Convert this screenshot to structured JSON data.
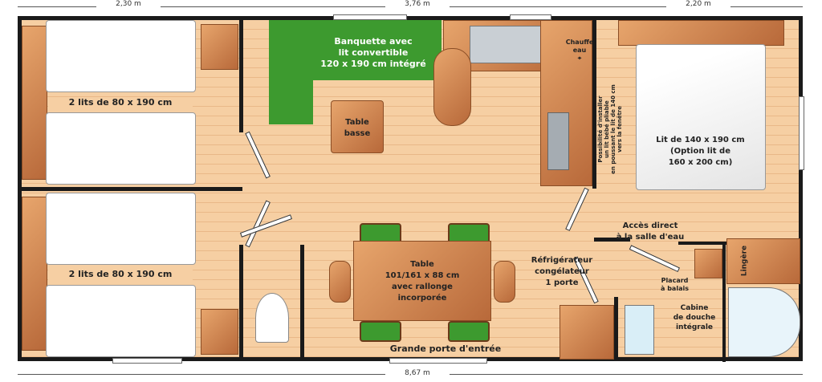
{
  "dimensions": {
    "left": "2,30 m",
    "middle": "3,76 m",
    "right": "2,20 m",
    "total": "8,67 m"
  },
  "rooms": {
    "bedroom_top": "2 lits de 80 x 190 cm",
    "bedroom_bottom": "2 lits de 80 x 190 cm",
    "banquette": [
      "Banquette avec",
      "lit convertible",
      "120 x 190 cm intégré"
    ],
    "coffee_table": [
      "Table",
      "basse"
    ],
    "water_heater": [
      "Chauffe",
      "eau"
    ],
    "master_bed": [
      "Lit de 140 x 190 cm",
      "(Option lit de",
      "160 x 200 cm)"
    ],
    "crib_note": [
      "Possibilité d'installer",
      "un lit bébé pliable",
      "en poussant le lit de 140 cm",
      "vers la fenêtre"
    ],
    "table": [
      "Table",
      "101/161 x 88 cm",
      "avec rallonge",
      "incorporée"
    ],
    "fridge": [
      "Réfrigérateur",
      "congélateur",
      "1 porte"
    ],
    "bathroom_access": [
      "Accès direct",
      "à la salle d'eau"
    ],
    "broom_closet": [
      "Placard",
      "à balais"
    ],
    "linen": "Lingère",
    "shower": [
      "Cabine",
      "de douche",
      "intégrale"
    ],
    "entrance": "Grande porte d'entrée"
  },
  "colors": {
    "wall": "#1a1a1a",
    "floor": "#f6cfa3",
    "sofa": "#3d9a2f",
    "cabinet": "#c77a45"
  }
}
